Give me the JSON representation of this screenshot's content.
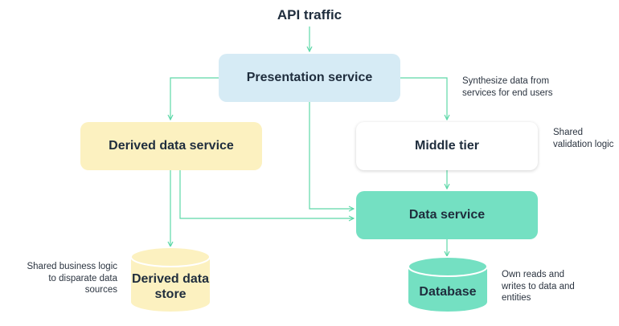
{
  "diagram": {
    "entry_label": "API traffic",
    "nodes": {
      "presentation": "Presentation service",
      "derived_service": "Derived data service",
      "middle_tier": "Middle tier",
      "data_service": "Data service",
      "derived_store": "Derived data store",
      "database": "Database"
    },
    "notes": {
      "synthesize": "Synthesize data from services for end users",
      "shared_validation": "Shared validation logic",
      "shared_business": "Shared business logic to disparate data sources",
      "own_reads": "Own reads and writes to data and entities"
    },
    "colors": {
      "arrow": "#5dd8a8",
      "presentation": "#d6ebf5",
      "derived": "#fcf1c0",
      "data_service": "#74e0c2",
      "database": "#74e0c2",
      "middle_tier": "#ffffff"
    }
  }
}
